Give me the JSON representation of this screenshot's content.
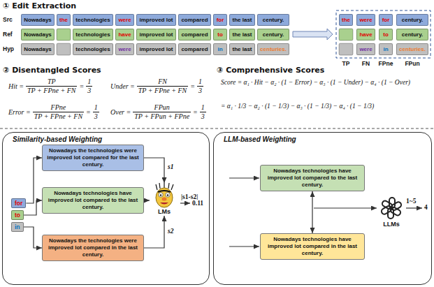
{
  "diagram": {
    "nodes": [
      {
        "text": [
          "Nowadays"
        ]
      },
      {
        "text": [
          "the"
        ]
      },
      {
        "text": [
          "technologies"
        ]
      },
      {
        "text": [
          "were"
        ]
      },
      {
        "text": [
          "improved lot"
        ]
      },
      {
        "text": [
          "compared"
        ]
      },
      {
        "text": [
          "for"
        ]
      },
      {
        "text": [
          "the last"
        ]
      },
      {
        "text": [
          "century."
        ]
      },
      {
        "text": [
          "Nowadays"
        ]
      },
      {
        "text": [
          "technologies"
        ]
      },
      {
        "text": [
          "have"
        ]
      },
      {
        "text": [
          "improved lot"
        ]
      },
      {
        "text": [
          "compared"
        ]
      },
      {
        "text": [
          "to"
        ]
      },
      {
        "text": [
          "the last"
        ]
      },
      {
        "text": [
          "century."
        ]
      },
      {
        "text": [
          "Nowadays"
        ]
      },
      {
        "text": [
          "technologies"
        ]
      },
      {
        "text": [
          "were"
        ]
      },
      {
        "text": [
          "improved lot"
        ]
      },
      {
        "text": [
          "compared"
        ]
      },
      {
        "text": [
          "in"
        ]
      },
      {
        "text": [
          "the last"
        ]
      },
      {
        "text": [
          "centuries."
        ]
      },
      {
        "text": [
          "the"
        ]
      },
      {
        "text": [
          "were"
        ]
      },
      {
        "text": [
          "for"
        ]
      },
      {
        "text": [
          "century."
        ]
      },
      {
        "text": [
          "have"
        ]
      },
      {
        "text": [
          "to"
        ]
      },
      {
        "text": [
          "century."
        ]
      },
      {
        "text": [
          "were"
        ]
      },
      {
        "text": [
          "in"
        ]
      },
      {
        "text": [
          "centuries."
        ]
      },
      {
        "text": [
          "Similarity-based Weighting"
        ]
      },
      {
        "text": [
          "for"
        ],
        "in": 35
      },
      {
        "text": [
          "to"
        ],
        "in": 35
      },
      {
        "text": [
          "in"
        ],
        "in": 35
      },
      {
        "text": [
          "Nowadays the technologies were improved lot compared for the last century."
        ],
        "in": 35
      },
      {
        "text": [
          "Nowadays technologies have improved lot compared to the last century."
        ],
        "in": 35
      },
      {
        "text": [
          "Nowadays the technologies were improved lot compared in the last century."
        ],
        "in": 35
      },
      {
        "text": [
          "LMs"
        ],
        "in": 35
      },
      {
        "text": [
          "LLM-based Weighting"
        ]
      },
      {
        "text": [
          "Nowadays technologies have improved lot compared to the last century."
        ],
        "in": 43
      },
      {
        "text": [
          "Nowadays technologies have improved lot compared in the last century."
        ],
        "in": 43
      },
      {
        "text": [
          "LLMs"
        ],
        "in": 43
      }
    ],
    "edges": [
      {
        "from": 36,
        "to": 39,
        "arrow": "to"
      },
      {
        "from": 37,
        "to": 40,
        "arrow": "to"
      },
      {
        "from": 38,
        "to": 41,
        "arrow": "to"
      },
      {
        "from": 39,
        "to": 42,
        "label": "s1",
        "arrow": "to"
      },
      {
        "from": 41,
        "to": 42,
        "label": "s2",
        "arrow": "to"
      },
      {
        "from": 40,
        "to": 42,
        "arrow": "to"
      },
      {
        "from": 44,
        "to": 45,
        "arrow": "both"
      }
    ],
    "labels": [
      "① Edit Extraction",
      "Src",
      "Ref",
      "Hyp",
      "TP",
      "FN",
      "FPne",
      "FPun",
      "② Disentangled Scores",
      "Hit =",
      "TP",
      "TP + FPne + FN",
      "=",
      "1",
      "3",
      "Under =",
      "FN",
      "TP + FPne + FN",
      "=",
      "1",
      "3",
      "Error =",
      "FPne",
      "TP + FPne + FN",
      "=",
      "1",
      "3",
      "Over =",
      "FPun",
      "TP + FPun + FPne",
      "=",
      "1",
      "3",
      "③ Comprehensive Scores",
      "Score = α₁ · Hit − α₂ · (1 − Error) − α₃ · (1 − Under) − α₄ · (1 − Over)",
      "= α₁ · 1/3 − α₂ · (1 − 1/3) − α₃ · (1 − 1/3) − α₄ · (1 − 1/3)",
      "|s1-s2|",
      "0.11",
      "1~5",
      "4"
    ]
  }
}
